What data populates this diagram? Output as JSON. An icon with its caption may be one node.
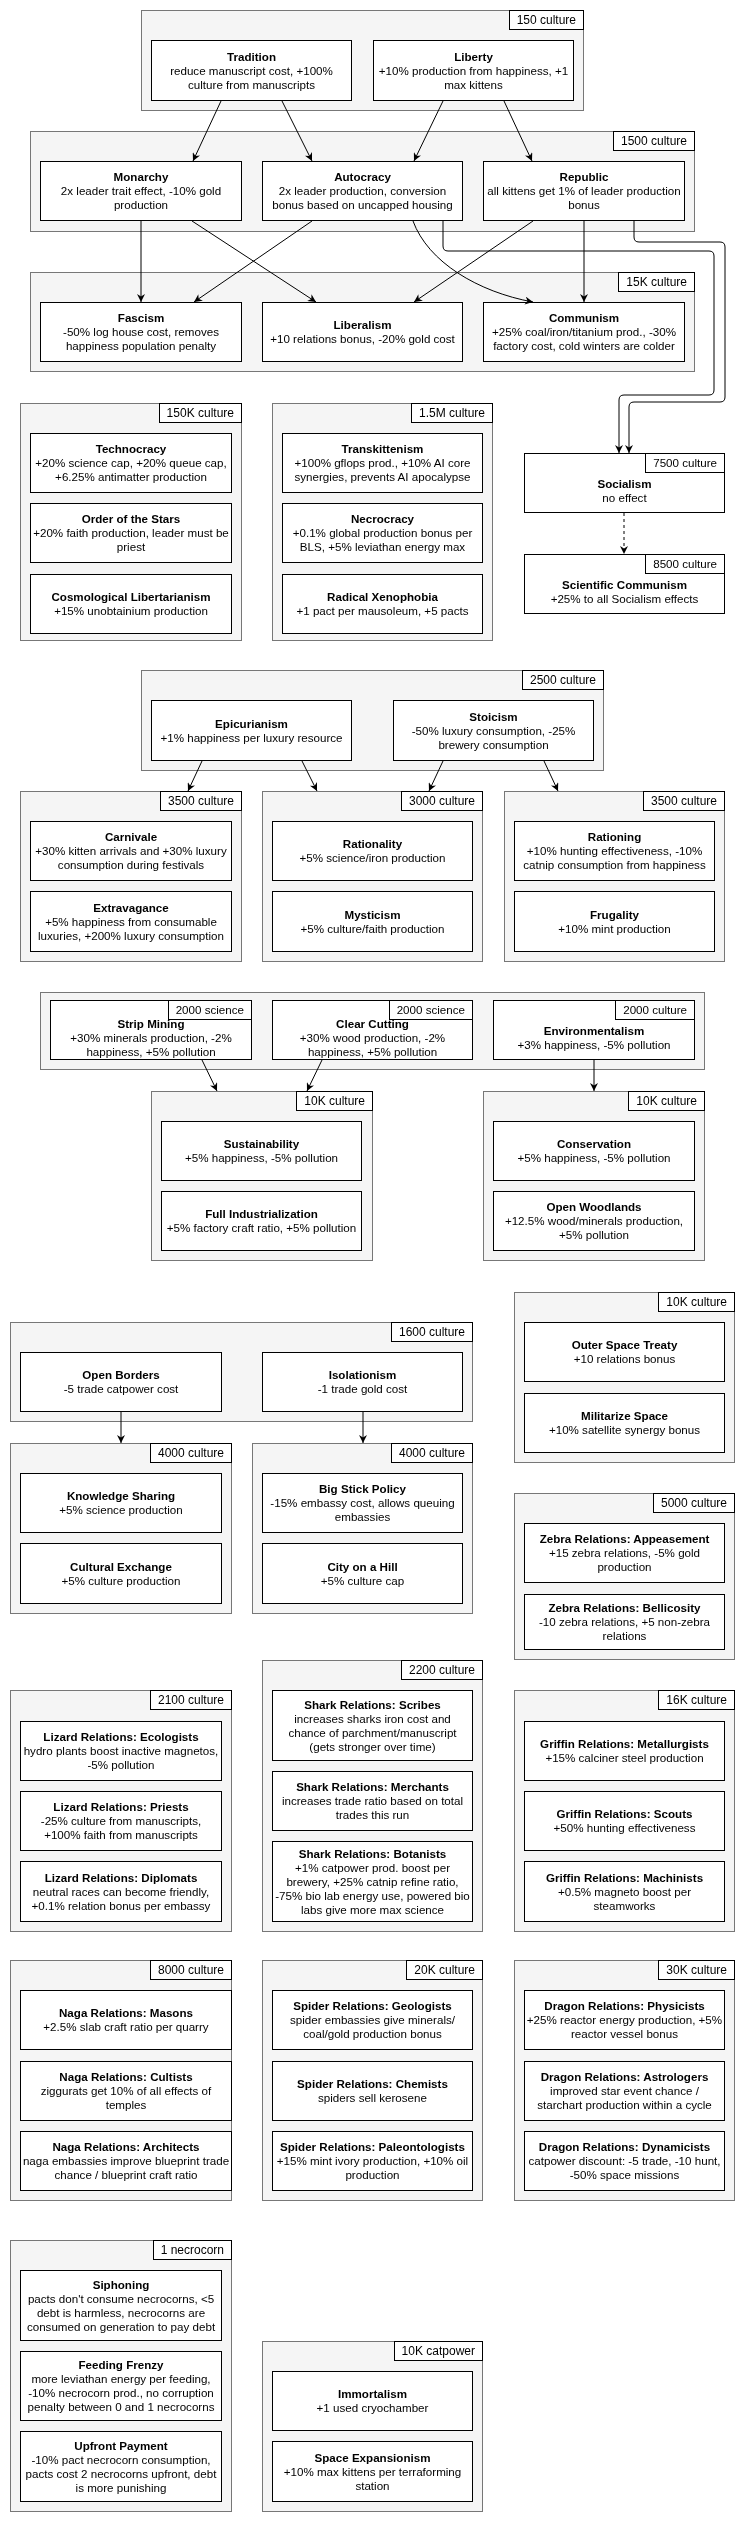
{
  "diagram": {
    "nodes": [
      {
        "text": [
          "150 culture"
        ]
      },
      {
        "text": [
          "Tradition",
          "reduce manuscript cost, +100% culture from manuscripts"
        ],
        "in": 0
      },
      {
        "text": [
          "Liberty",
          "+10% production from happiness, +1 max kittens"
        ],
        "in": 0
      },
      {
        "text": [
          "1500 culture"
        ]
      },
      {
        "text": [
          "Monarchy",
          "2x leader trait effect, -10% gold production"
        ],
        "in": 3
      },
      {
        "text": [
          "Autocracy",
          "2x leader production, conversion bonus based on uncapped housing"
        ],
        "in": 3
      },
      {
        "text": [
          "Republic",
          "all kittens get 1% of leader production bonus"
        ],
        "in": 3
      },
      {
        "text": [
          "15K culture"
        ]
      },
      {
        "text": [
          "Fascism",
          "-50% log house cost, removes happiness population penalty"
        ],
        "in": 7
      },
      {
        "text": [
          "Liberalism",
          "+10 relations bonus, -20% gold cost"
        ],
        "in": 7
      },
      {
        "text": [
          "Communism",
          "+25% coal/iron/titanium prod., -30% factory cost, cold winters are colder"
        ],
        "in": 7
      },
      {
        "text": [
          "150K culture"
        ]
      },
      {
        "text": [
          "Technocracy",
          "+20% science cap, +20% queue cap, +6.25% antimatter production"
        ],
        "in": 11
      },
      {
        "text": [
          "Order of the Stars",
          "+20% faith production, leader must be priest"
        ],
        "in": 11
      },
      {
        "text": [
          "Cosmological Libertarianism",
          "+15% unobtainium production"
        ],
        "in": 11
      },
      {
        "text": [
          "1.5M culture"
        ]
      },
      {
        "text": [
          "Transkittenism",
          "+100% gflops prod., +10% AI core synergies, prevents AI apocalypse"
        ],
        "in": 15
      },
      {
        "text": [
          "Necrocracy",
          "+0.1% global production bonus per BLS, +5% leviathan energy max"
        ],
        "in": 15
      },
      {
        "text": [
          "Radical Xenophobia",
          "+1 pact per mausoleum, +5 pacts"
        ],
        "in": 15
      },
      {
        "text": [
          "7500 culture",
          "Socialism",
          "no effect"
        ]
      },
      {
        "text": [
          "8500 culture",
          "Scientific Communism",
          "+25% to all Socialism effects"
        ]
      },
      {
        "text": [
          "2500 culture"
        ]
      },
      {
        "text": [
          "Epicurianism",
          "+1% happiness per luxury resource"
        ],
        "in": 21
      },
      {
        "text": [
          "Stoicism",
          "-50% luxury consumption, -25% brewery consumption"
        ],
        "in": 21
      },
      {
        "text": [
          "3500 culture"
        ]
      },
      {
        "text": [
          "Carnivale",
          "+30% kitten arrivals and +30% luxury consumption during festivals"
        ],
        "in": 24
      },
      {
        "text": [
          "Extravagance",
          "+5% happiness from consumable luxuries, +200% luxury consumption"
        ],
        "in": 24
      },
      {
        "text": [
          "3000 culture"
        ]
      },
      {
        "text": [
          "Rationality",
          "+5% science/iron production"
        ],
        "in": 27
      },
      {
        "text": [
          "Mysticism",
          "+5% culture/faith production"
        ],
        "in": 27
      },
      {
        "text": [
          "3500 culture"
        ]
      },
      {
        "text": [
          "Rationing",
          "+10% hunting effectiveness, -10% catnip consumption from happiness"
        ],
        "in": 30
      },
      {
        "text": [
          "Frugality",
          "+10% mint production"
        ],
        "in": 30
      },
      {
        "text": [],
        "shape": "box"
      },
      {
        "text": [
          "2000 science",
          "Strip Mining",
          "+30% minerals production, -2% happiness, +5% pollution"
        ],
        "in": 33
      },
      {
        "text": [
          "2000 science",
          "Clear Cutting",
          "+30% wood production, -2% happiness, +5% pollution"
        ],
        "in": 33
      },
      {
        "text": [
          "2000 culture",
          "Environmentalism",
          "+3% happiness, -5% pollution"
        ],
        "in": 33
      },
      {
        "text": [
          "10K culture"
        ]
      },
      {
        "text": [
          "Sustainability",
          "+5% happiness, -5% pollution"
        ],
        "in": 37
      },
      {
        "text": [
          "Full Industrialization",
          "+5% factory craft ratio, +5% pollution"
        ],
        "in": 37
      },
      {
        "text": [
          "10K culture"
        ]
      },
      {
        "text": [
          "Conservation",
          "+5% happiness, -5% pollution"
        ],
        "in": 40
      },
      {
        "text": [
          "Open Woodlands",
          "+12.5% wood/minerals production, +5% pollution"
        ],
        "in": 40
      },
      {
        "text": [
          "10K culture"
        ]
      },
      {
        "text": [
          "Outer Space Treaty",
          "+10 relations bonus"
        ],
        "in": 43
      },
      {
        "text": [
          "Militarize Space",
          "+10% satellite synergy bonus"
        ],
        "in": 43
      },
      {
        "text": [
          "1600 culture"
        ]
      },
      {
        "text": [
          "Open Borders",
          "-5 trade catpower cost"
        ],
        "in": 46
      },
      {
        "text": [
          "Isolationism",
          "-1 trade gold cost"
        ],
        "in": 46
      },
      {
        "text": [
          "4000 culture"
        ]
      },
      {
        "text": [
          "Knowledge Sharing",
          "+5% science production"
        ],
        "in": 49
      },
      {
        "text": [
          "Cultural Exchange",
          "+5% culture production"
        ],
        "in": 49
      },
      {
        "text": [
          "4000 culture"
        ]
      },
      {
        "text": [
          "Big Stick Policy",
          "-15% embassy cost, allows queuing embassies"
        ],
        "in": 52
      },
      {
        "text": [
          "City on a Hill",
          "+5% culture cap"
        ],
        "in": 52
      },
      {
        "text": [
          "5000 culture"
        ]
      },
      {
        "text": [
          "Zebra Relations: Appeasement",
          "+15 zebra relations, -5% gold production"
        ],
        "in": 55
      },
      {
        "text": [
          "Zebra Relations: Bellicosity",
          "-10 zebra relations, +5 non-zebra relations"
        ],
        "in": 55
      },
      {
        "text": [
          "2100 culture"
        ]
      },
      {
        "text": [
          "Lizard Relations: Ecologists",
          "hydro plants boost inactive magnetos, -5% pollution"
        ],
        "in": 58
      },
      {
        "text": [
          "Lizard Relations: Priests",
          "-25% culture from manuscripts, +100% faith from manuscripts"
        ],
        "in": 58
      },
      {
        "text": [
          "Lizard Relations: Diplomats",
          "neutral races can become friendly, +0.1% relation bonus per embassy"
        ],
        "in": 58
      },
      {
        "text": [
          "2200 culture"
        ]
      },
      {
        "text": [
          "Shark Relations: Scribes",
          "increases sharks iron cost and chance of parchment/manuscript (gets stronger over time)"
        ],
        "in": 62
      },
      {
        "text": [
          "Shark Relations: Merchants",
          "increases trade ratio based on total trades this run"
        ],
        "in": 62
      },
      {
        "text": [
          "Shark Relations: Botanists",
          "+1% catpower prod. boost per brewery, +25% catnip refine ratio, -75% bio lab energy use, powered bio labs give more max science"
        ],
        "in": 62
      },
      {
        "text": [
          "16K culture"
        ]
      },
      {
        "text": [
          "Griffin Relations: Metallurgists",
          "+15% calciner steel production"
        ],
        "in": 66
      },
      {
        "text": [
          "Griffin Relations: Scouts",
          "+50% hunting effectiveness"
        ],
        "in": 66
      },
      {
        "text": [
          "Griffin Relations: Machinists",
          "+0.5% magneto boost per steamworks"
        ],
        "in": 66
      },
      {
        "text": [
          "8000 culture"
        ]
      },
      {
        "text": [
          "Naga Relations: Masons",
          "+2.5% slab craft ratio per quarry"
        ],
        "in": 70
      },
      {
        "text": [
          "Naga Relations: Cultists",
          "ziggurats get 10% of all effects of temples"
        ],
        "in": 70
      },
      {
        "text": [
          "Naga Relations: Architects",
          "naga embassies improve blueprint trade chance / blueprint craft ratio"
        ],
        "in": 70
      },
      {
        "text": [
          "20K culture"
        ]
      },
      {
        "text": [
          "Spider Relations: Geologists",
          "spider embassies give minerals/ coal/gold production bonus"
        ],
        "in": 74
      },
      {
        "text": [
          "Spider Relations: Chemists",
          "spiders sell kerosene"
        ],
        "in": 74
      },
      {
        "text": [
          "Spider Relations: Paleontologists",
          "+15% mint ivory production, +10% oil production"
        ],
        "in": 74
      },
      {
        "text": [
          "30K culture"
        ]
      },
      {
        "text": [
          "Dragon Relations: Physicists",
          "+25% reactor energy production, +5% reactor vessel bonus"
        ],
        "in": 78
      },
      {
        "text": [
          "Dragon Relations: Astrologers",
          "improved star event chance / starchart production within a cycle"
        ],
        "in": 78
      },
      {
        "text": [
          "Dragon Relations: Dynamicists",
          "catpower discount: -5 trade, -10 hunt, -50% space missions"
        ],
        "in": 78
      },
      {
        "text": [
          "1 necrocorn"
        ]
      },
      {
        "text": [
          "Siphoning",
          "pacts don't consume necrocorns, <5 debt is harmless, necrocorns are consumed on generation to pay debt"
        ],
        "in": 82
      },
      {
        "text": [
          "Feeding Frenzy",
          "more leviathan energy per feeding, -10% necrocorn prod., no corruption penalty between 0 and 1 necrocorns"
        ],
        "in": 82
      },
      {
        "text": [
          "Upfront Payment",
          "-10% pact necrocorn consumption, pacts cost 2 necrocorns upfront, debt is more punishing"
        ],
        "in": 82
      },
      {
        "text": [
          "10K catpower"
        ]
      },
      {
        "text": [
          "Immortalism",
          "+1 used cryochamber"
        ],
        "in": 86
      },
      {
        "text": [
          "Space Expansionism",
          "+10% max kittens per terraforming station"
        ],
        "in": 86
      }
    ],
    "edges": [
      {
        "from": 1,
        "to": 4,
        "arrow": "to"
      },
      {
        "from": 1,
        "to": 5,
        "arrow": "to"
      },
      {
        "from": 2,
        "to": 5,
        "arrow": "to"
      },
      {
        "from": 2,
        "to": 6,
        "arrow": "to"
      },
      {
        "from": 4,
        "to": 8,
        "arrow": "to"
      },
      {
        "from": 4,
        "to": 9,
        "arrow": "to"
      },
      {
        "from": 5,
        "to": 8,
        "arrow": "to"
      },
      {
        "from": 5,
        "to": 10,
        "arrow": "to"
      },
      {
        "from": 5,
        "to": 19,
        "arrow": "to"
      },
      {
        "from": 6,
        "to": 9,
        "arrow": "to"
      },
      {
        "from": 6,
        "to": 10,
        "arrow": "to"
      },
      {
        "from": 6,
        "to": 19,
        "arrow": "to"
      },
      {
        "from": 19,
        "to": 20,
        "arrow": "to",
        "style": "dashed"
      },
      {
        "from": 22,
        "to": 24,
        "arrow": "to"
      },
      {
        "from": 22,
        "to": 27,
        "arrow": "to"
      },
      {
        "from": 23,
        "to": 27,
        "arrow": "to"
      },
      {
        "from": 23,
        "to": 30,
        "arrow": "to"
      },
      {
        "from": 34,
        "to": 37,
        "arrow": "to"
      },
      {
        "from": 35,
        "to": 37,
        "arrow": "to"
      },
      {
        "from": 36,
        "to": 40,
        "arrow": "to"
      },
      {
        "from": 47,
        "to": 49,
        "arrow": "to"
      },
      {
        "from": 48,
        "to": 52,
        "arrow": "to"
      }
    ]
  }
}
